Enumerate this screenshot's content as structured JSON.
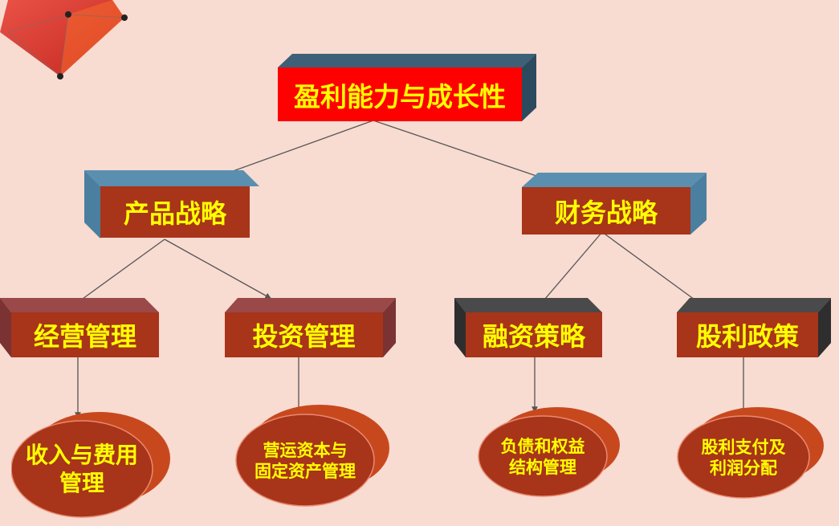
{
  "root": {
    "label": "盈利能力与成长性"
  },
  "level1": [
    {
      "label": "产品战略"
    },
    {
      "label": "财务战略"
    }
  ],
  "level2": [
    {
      "label": "经营管理"
    },
    {
      "label": "投资管理"
    },
    {
      "label": "融资策略"
    },
    {
      "label": "股利政策"
    }
  ],
  "leaves": [
    {
      "line1": "收入与费用",
      "line2": "管理"
    },
    {
      "line1": "营运资本与",
      "line2": "固定资产管理"
    },
    {
      "line1": "负债和权益",
      "line2": "结构管理"
    },
    {
      "line1": "股利支付及",
      "line2": "利润分配"
    }
  ],
  "colors": {
    "background": "#f8dbd1",
    "root_face": "#ff0000",
    "box_face": "#a8341a",
    "text": "#ffff00",
    "root_depth": "#3a5a70",
    "level1_depth": "#4a7fa0",
    "level2_left_depth": "#8a3a3a",
    "level2_right_depth": "#3a3a3a",
    "connector": "#555555"
  }
}
